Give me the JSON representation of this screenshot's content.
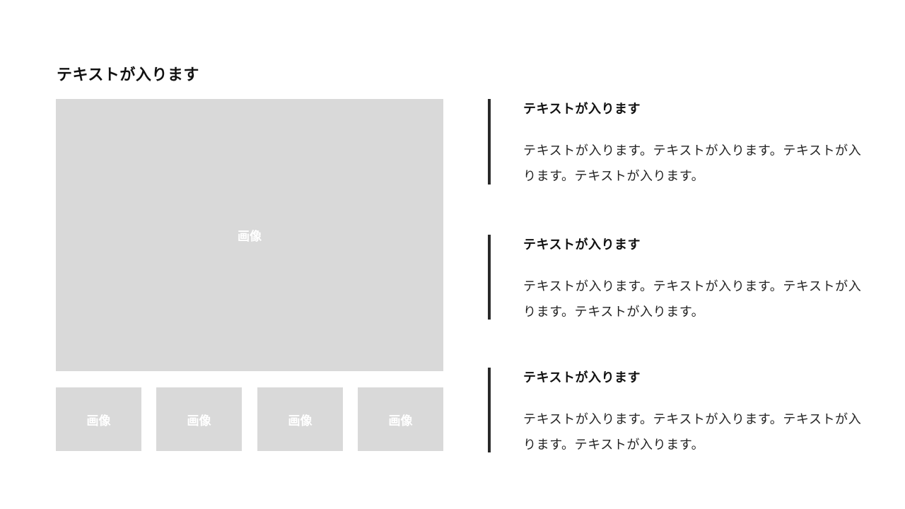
{
  "title": "テキストが入ります",
  "main_image": {
    "label": "画像",
    "color": "#d9d9d9"
  },
  "thumbnails": [
    {
      "label": "画像"
    },
    {
      "label": "画像"
    },
    {
      "label": "画像"
    },
    {
      "label": "画像"
    }
  ],
  "blocks": [
    {
      "heading": "テキストが入ります",
      "body": "テキストが入ります。テキストが入ります。テキストが入ります。テキストが入ります。"
    },
    {
      "heading": "テキストが入ります",
      "body": "テキストが入ります。テキストが入ります。テキストが入ります。テキストが入ります。"
    },
    {
      "heading": "テキストが入ります",
      "body": "テキストが入ります。テキストが入ります。テキストが入ります。テキストが入ります。"
    }
  ],
  "colors": {
    "accent_bar": "#2a2a2a",
    "placeholder": "#d9d9d9",
    "background": "#ffffff"
  }
}
